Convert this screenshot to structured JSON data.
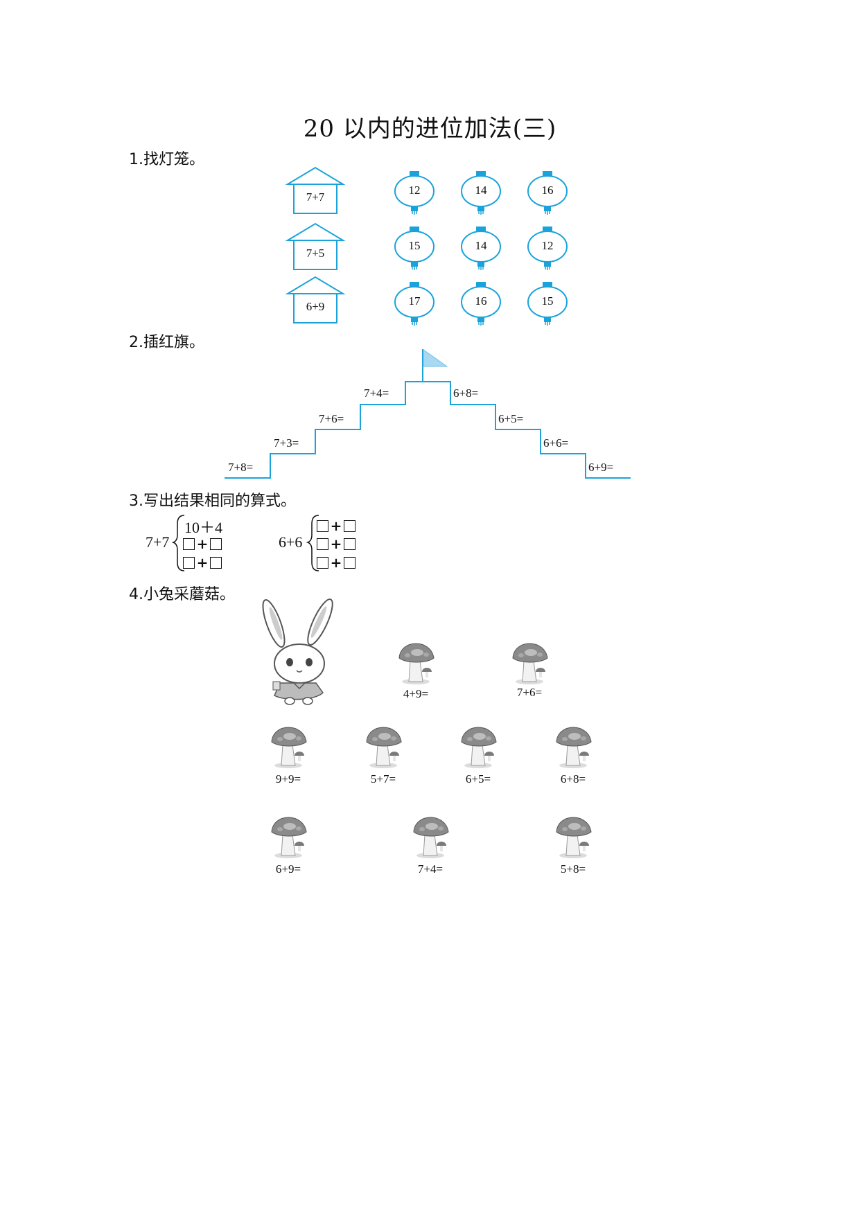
{
  "title": "20 以内的进位加法(三)",
  "section1": {
    "heading": "1.找灯笼。",
    "houses": [
      "7+7",
      "7+5",
      "6+9"
    ],
    "lanterns": [
      [
        "12",
        "14",
        "16"
      ],
      [
        "15",
        "14",
        "12"
      ],
      [
        "17",
        "16",
        "15"
      ]
    ]
  },
  "section2": {
    "heading": "2.插红旗。",
    "steps": [
      "7+8=",
      "7+3=",
      "7+6=",
      "7+4=",
      "6+8=",
      "6+5=",
      "6+6=",
      "6+9="
    ]
  },
  "section3": {
    "heading": "3.写出结果相同的算式。",
    "left_expr": "7+7",
    "left_first": "10＋4",
    "right_expr": "6+6"
  },
  "section4": {
    "heading": "4.小兔采蘑菇。",
    "mushrooms": [
      "4+9=",
      "7+6=",
      "9+9=",
      "5+7=",
      "6+5=",
      "6+8=",
      "6+9=",
      "7+4=",
      "5+8="
    ]
  },
  "colors": {
    "accent_blue": "#1aa3db",
    "flag": "#a9d8f2"
  }
}
